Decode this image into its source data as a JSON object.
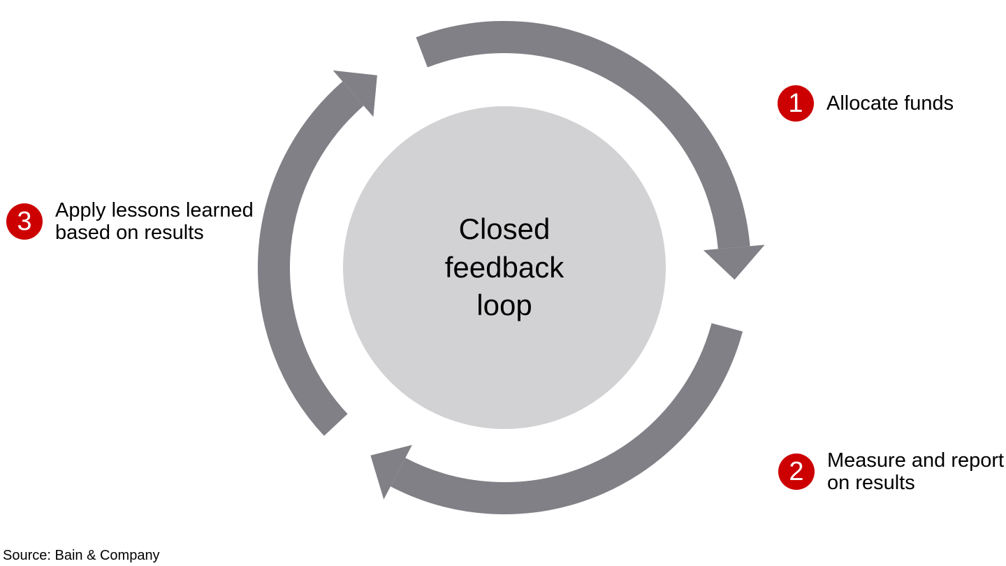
{
  "diagram": {
    "center_label": "Closed feedback loop",
    "flow_direction": "clockwise",
    "arrow_count": 3,
    "colors": {
      "arrow_gray": "#808086",
      "circle_gray": "#d2d2d4",
      "badge_red": "#cc0000",
      "text_black": "#000000"
    }
  },
  "steps": [
    {
      "num": "1",
      "label": "Allocate funds"
    },
    {
      "num": "2",
      "label": "Measure and report on results"
    },
    {
      "num": "3",
      "label": "Apply lessons learned based on results"
    }
  ],
  "footer": {
    "source": "Source: Bain & Company"
  }
}
